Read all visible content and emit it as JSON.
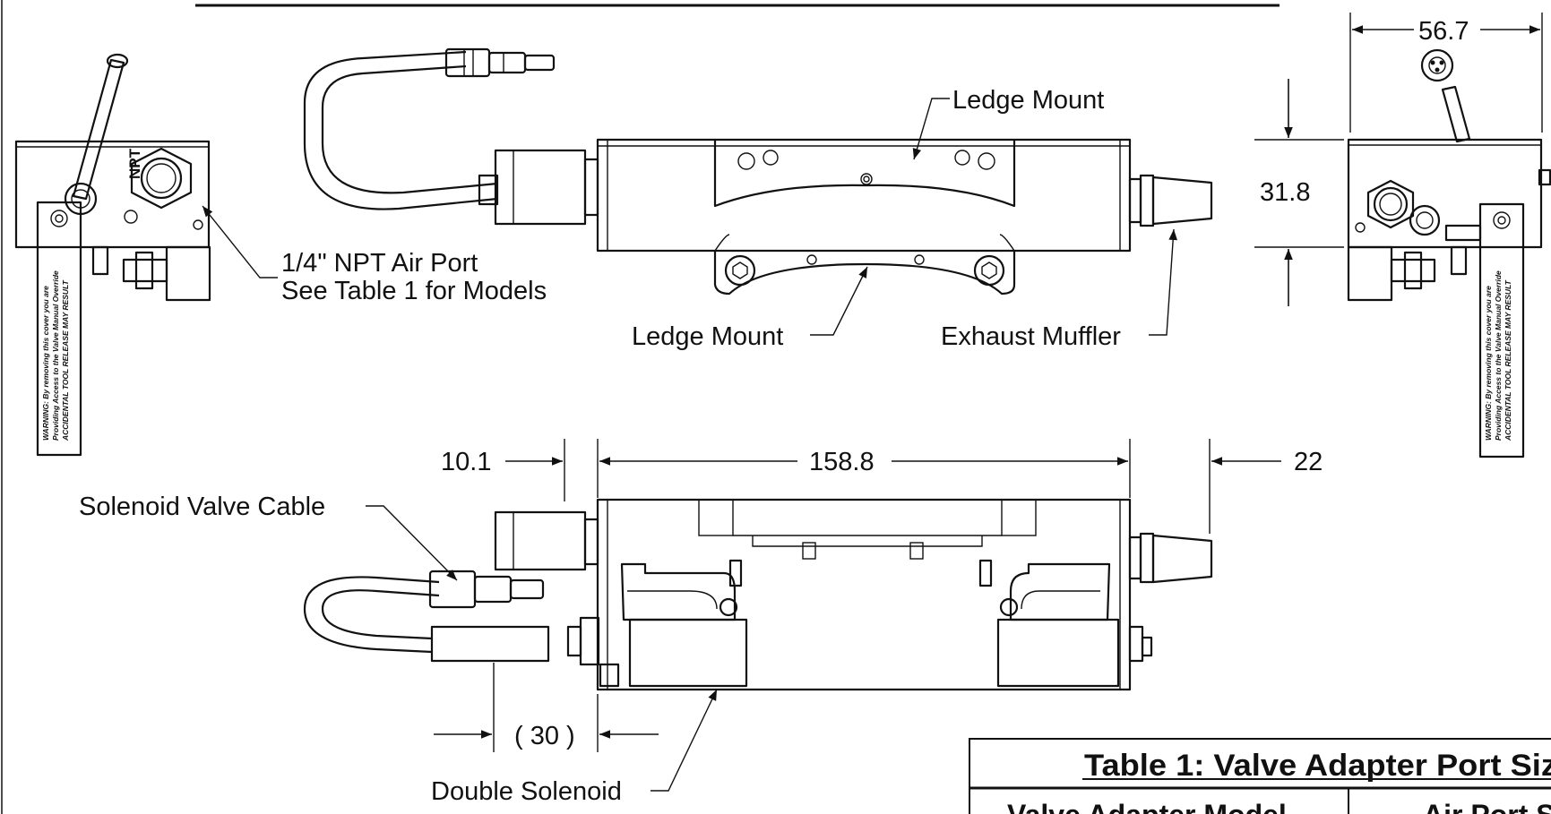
{
  "labels": {
    "dim_width_top": "56.7",
    "dim_height": "31.8",
    "ledge_mount_top": "Ledge Mount",
    "ledge_mount_bottom": "Ledge Mount",
    "air_port_line1": "1/4\" NPT Air Port",
    "air_port_line2": "See Table 1 for Models",
    "exhaust_muffler": "Exhaust Muffler",
    "npt_mark": "NPT",
    "dim_left_offset": "10.1",
    "dim_length": "158.8",
    "dim_right_offset": "22",
    "solenoid_cable": "Solenoid Valve Cable",
    "dim_cable": "( 30 )",
    "double_solenoid": "Double Solenoid"
  },
  "warning_label": {
    "line1": "WARNING: By removing this cover you are",
    "line2": "Providing Access to the Valve Manual Override",
    "line3": "ACCIDENTAL TOOL RELEASE MAY RESULT"
  },
  "table": {
    "title": "Table 1: Valve Adapter Port Siz",
    "col1_header": "Valve Adapter Model",
    "col2_header": "Air Port S"
  }
}
